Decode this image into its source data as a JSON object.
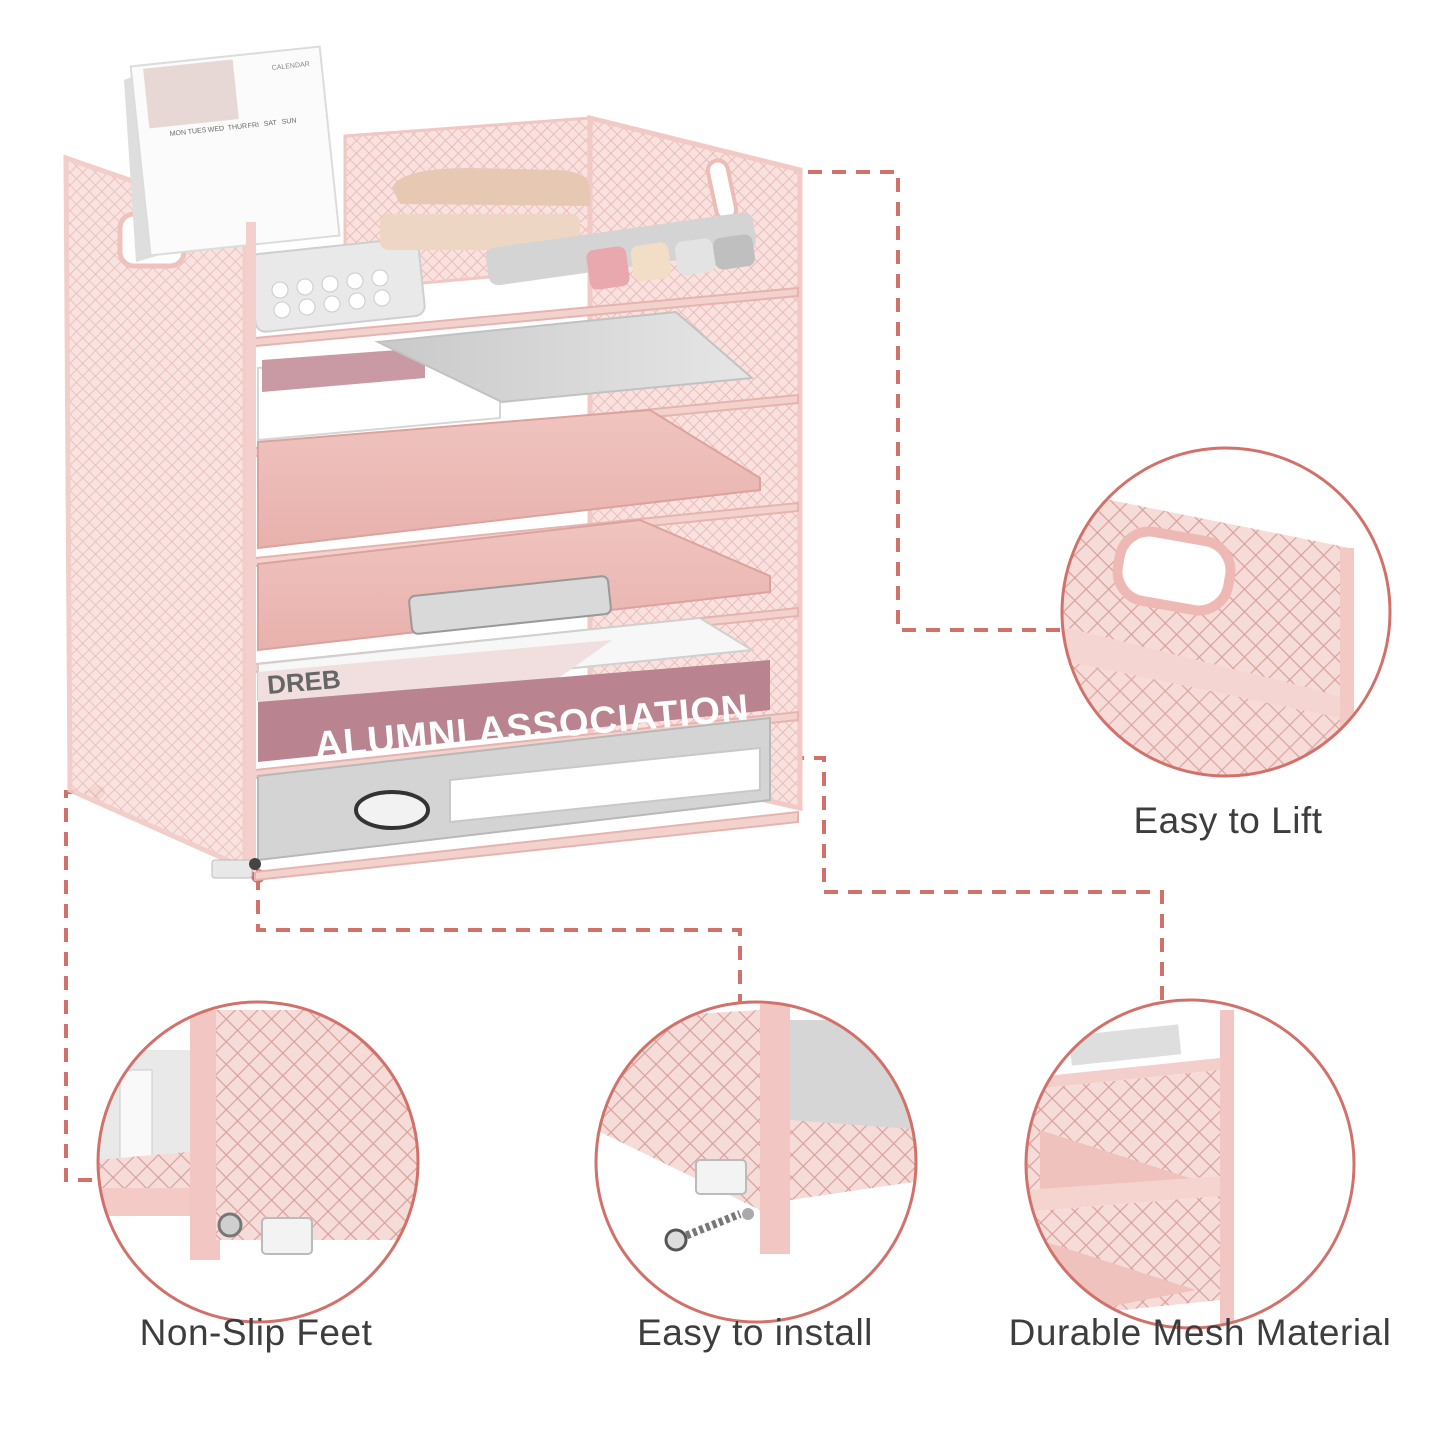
{
  "colors": {
    "accent": "#d2716a",
    "frame_pink": "#f3cfcb",
    "mesh_pink": "#efc3bf",
    "book_mauve": "#b9848f",
    "text": "#3d3d3d"
  },
  "product": {
    "book_title": "ALUMNI ASSOCIATION",
    "book_spine_text": "DREB",
    "calendar_label": "CALENDAR",
    "calendar_days": [
      "MON",
      "TUES",
      "WED",
      "THUR",
      "FRI",
      "SAT",
      "SUN"
    ]
  },
  "features": {
    "lift": {
      "label": "Easy to Lift",
      "icon": "handle-detail-icon"
    },
    "feet": {
      "label": "Non-Slip Feet",
      "icon": "foot-detail-icon"
    },
    "install": {
      "label": "Easy to install",
      "icon": "screw-detail-icon"
    },
    "mesh": {
      "label": "Durable Mesh Material",
      "icon": "mesh-detail-icon"
    }
  }
}
